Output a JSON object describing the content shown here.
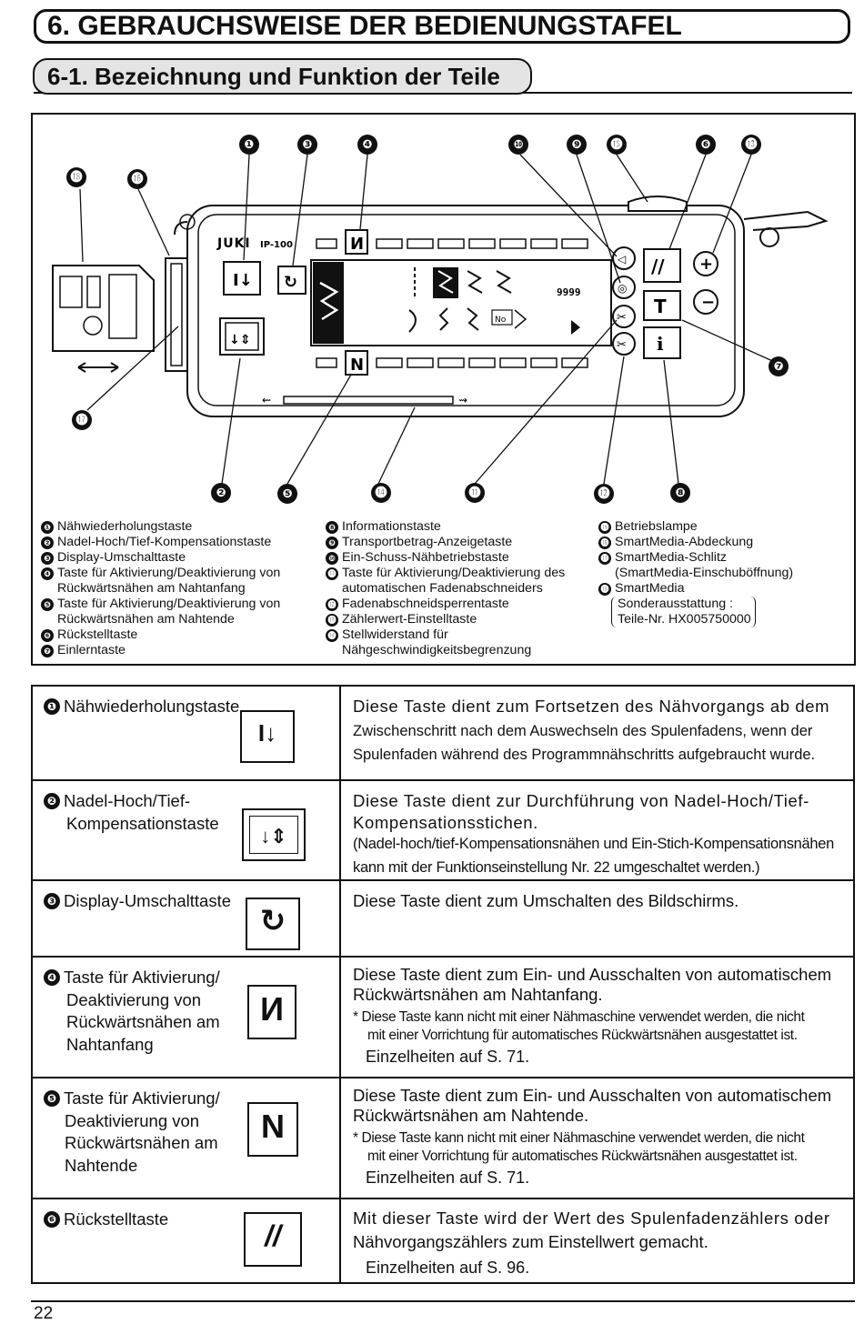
{
  "header": {
    "chapter_title": "6. GEBRAUCHSWEISE DER BEDIENUNGSTAFEL",
    "section_title": "6-1. Bezeichnung und Funktion der Teile"
  },
  "figure": {
    "panel_brand": "JUKI",
    "panel_model": "IP-100",
    "screen_counter": "9999",
    "screen_badge": "No",
    "callouts": [
      "❶",
      "❷",
      "❸",
      "❹",
      "❺",
      "❻",
      "❼",
      "❽",
      "❾",
      "❿",
      "⓫",
      "⓬",
      "⓭",
      "⓮",
      "⓯",
      "⓰",
      "⓱",
      "⓲"
    ]
  },
  "legend": {
    "col1": [
      {
        "n": "❶",
        "lines": [
          "Nähwiederholungstaste"
        ]
      },
      {
        "n": "❷",
        "lines": [
          "Nadel-Hoch/Tief-Kompensationstaste"
        ]
      },
      {
        "n": "❸",
        "lines": [
          "Display-Umschalttaste"
        ]
      },
      {
        "n": "❹",
        "lines": [
          "Taste für Aktivierung/Deaktivierung von",
          "Rückwärtsnähen am Nahtanfang"
        ]
      },
      {
        "n": "❺",
        "lines": [
          "Taste für Aktivierung/Deaktivierung von",
          "Rückwärtsnähen am Nahtende"
        ]
      },
      {
        "n": "❻",
        "lines": [
          "Rückstelltaste"
        ]
      },
      {
        "n": "❼",
        "lines": [
          "Einlerntaste"
        ]
      }
    ],
    "col2": [
      {
        "n": "❽",
        "lines": [
          "Informationstaste"
        ]
      },
      {
        "n": "❾",
        "lines": [
          "Transportbetrag-Anzeigetaste"
        ]
      },
      {
        "n": "❿",
        "lines": [
          "Ein-Schuss-Nähbetriebstaste"
        ]
      },
      {
        "n": "⓫",
        "lines": [
          "Taste für Aktivierung/Deaktivierung des",
          "automatischen Fadenabschneiders"
        ]
      },
      {
        "n": "⓬",
        "lines": [
          "Fadenabschneidsperrentaste"
        ]
      },
      {
        "n": "⓭",
        "lines": [
          "Zählerwert-Einstelltaste"
        ]
      },
      {
        "n": "⓮",
        "lines": [
          "Stellwiderstand für",
          "Nähgeschwindigkeitsbegrenzung"
        ]
      }
    ],
    "col3": [
      {
        "n": "⓯",
        "lines": [
          "Betriebslampe"
        ]
      },
      {
        "n": "⓰",
        "lines": [
          "SmartMedia-Abdeckung"
        ]
      },
      {
        "n": "⓱",
        "lines": [
          "SmartMedia-Schlitz",
          "(SmartMedia-Einschuböffnung)"
        ]
      },
      {
        "n": "⓲",
        "lines": [
          "SmartMedia"
        ]
      }
    ],
    "option_line1": "Sonderausstattung :",
    "option_line2": "Teile-Nr. HX005750000"
  },
  "table": [
    {
      "n": "❶",
      "label": [
        "Nähwiederholungstaste"
      ],
      "main": "Diese Taste dient zum Fortsetzen des Nähvorgangs ab dem",
      "sub": [
        "Zwischenschritt nach dem Auswechseln des Spulenfadens, wenn der",
        "Spulenfaden während des Programmnähschritts aufgebraucht wurde."
      ]
    },
    {
      "n": "❷",
      "label": [
        "Nadel-Hoch/Tief-",
        "Kompensationstaste"
      ],
      "main": "Diese Taste dient zur Durchführung von Nadel-Hoch/Tief-",
      "main2": "Kompensationsstichen.",
      "sub": [
        "(Nadel-hoch/tief-Kompensationsnähen und Ein-Stich-Kompensationsnähen",
        "kann mit der Funktionseinstellung Nr. 22 umgeschaltet werden.)"
      ]
    },
    {
      "n": "❸",
      "label": [
        "Display-Umschalttaste"
      ],
      "main": "Diese Taste dient zum Umschalten des Bildschirms."
    },
    {
      "n": "❹",
      "label": [
        "Taste für Aktivierung/",
        "Deaktivierung von",
        "Rückwärtsnähen am",
        "Nahtanfang"
      ],
      "main": "Diese Taste dient zum Ein- und Ausschalten von automatischem",
      "main2": "Rückwärtsnähen am Nahtanfang.",
      "note": [
        "* Diese Taste kann nicht mit einer Nähmaschine verwendet werden, die nicht",
        "mit einer Vorrichtung für automatisches Rückwärtsnähen ausgestattet ist."
      ],
      "ref": "Einzelheiten auf S. 71."
    },
    {
      "n": "❺",
      "label": [
        "Taste für Aktivierung/",
        "Deaktivierung von",
        "Rückwärtsnähen am",
        "Nahtende"
      ],
      "main": "Diese Taste dient zum Ein- und Ausschalten von automatischem",
      "main2": "Rückwärtsnähen am Nahtende.",
      "note": [
        "* Diese Taste kann nicht mit einer Nähmaschine verwendet werden, die nicht",
        "mit einer Vorrichtung für automatisches Rückwärtsnähen ausgestattet ist."
      ],
      "ref": "Einzelheiten auf S. 71."
    },
    {
      "n": "❻",
      "label": [
        "Rückstelltaste"
      ],
      "main": "Mit dieser Taste wird der Wert des Spulenfadenzählers oder",
      "main2": "Nähvorgangszählers zum Einstellwert gemacht.",
      "ref": "Einzelheiten auf S. 96."
    }
  ],
  "footer": {
    "page_number": "22"
  }
}
